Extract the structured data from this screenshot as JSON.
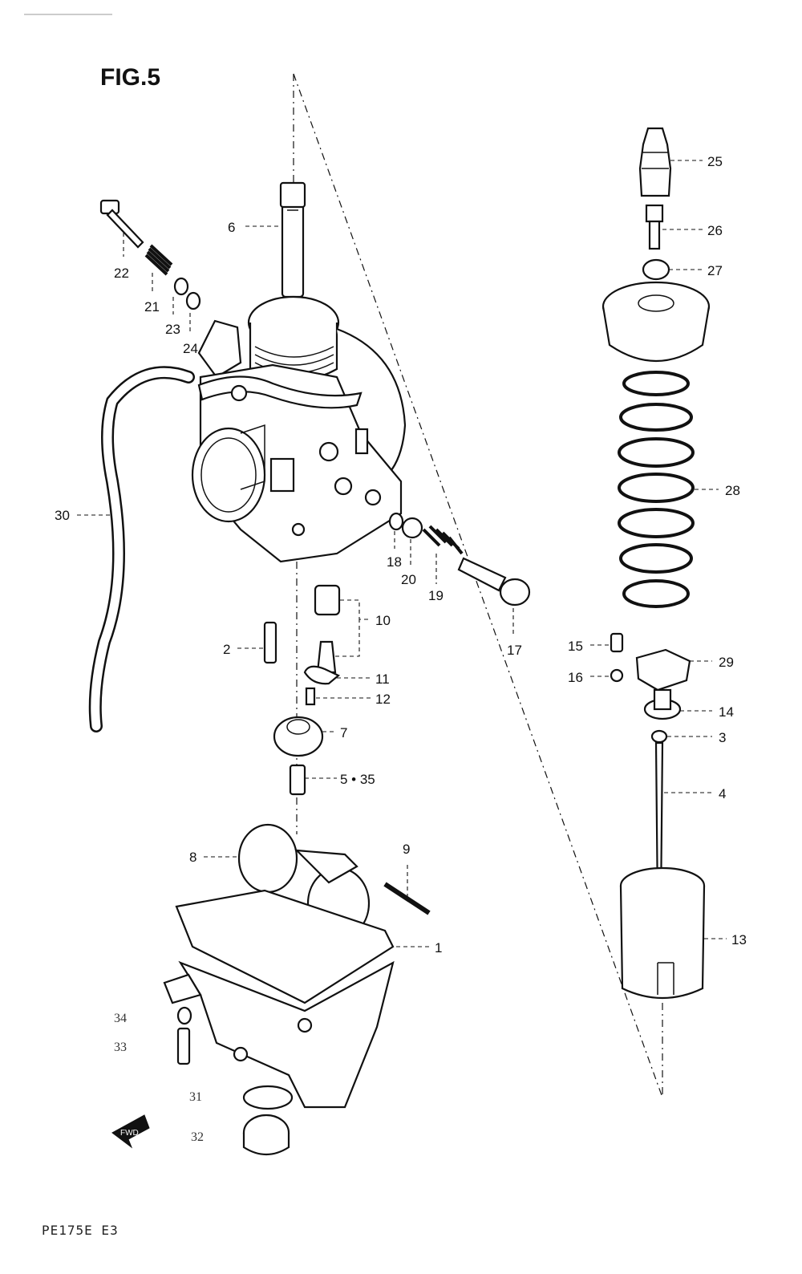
{
  "figure": {
    "title": "FIG.5",
    "footer_code": "PE175E E3",
    "fwd_arrow_label": "FWD"
  },
  "parts": {
    "p1": "1",
    "p2": "2",
    "p3": "3",
    "p4": "4",
    "p5": "5 • 35",
    "p6": "6",
    "p7": "7",
    "p8": "8",
    "p9": "9",
    "p10": "10",
    "p11": "11",
    "p12": "12",
    "p13": "13",
    "p14": "14",
    "p15": "15",
    "p16": "16",
    "p17": "17",
    "p18": "18",
    "p19": "19",
    "p20": "20",
    "p21": "21",
    "p22": "22",
    "p23": "23",
    "p24": "24",
    "p25": "25",
    "p26": "26",
    "p27": "27",
    "p28": "28",
    "p29": "29",
    "p30": "30",
    "p31": "31",
    "p32": "32",
    "p33": "33",
    "p34": "34"
  }
}
